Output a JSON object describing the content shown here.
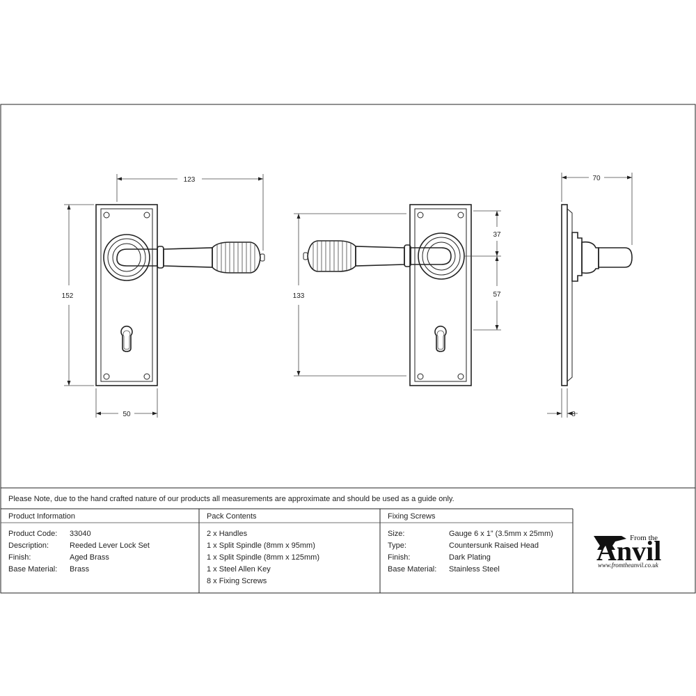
{
  "dimensions": {
    "front_width_top": "123",
    "front_height": "152",
    "front_width_bottom": "50",
    "mid_height": "133",
    "mid_upper": "37",
    "mid_lower": "57",
    "side_projection": "70",
    "side_thickness": "8"
  },
  "note": "Please Note, due to the hand crafted nature of our products all measurements are approximate and should be used as a guide only.",
  "product_info": {
    "heading": "Product Information",
    "rows": [
      {
        "label": "Product Code:",
        "value": "33040"
      },
      {
        "label": "Description:",
        "value": "Reeded Lever Lock Set"
      },
      {
        "label": "Finish:",
        "value": "Aged Brass"
      },
      {
        "label": "Base Material:",
        "value": "Brass"
      }
    ]
  },
  "pack_contents": {
    "heading": "Pack Contents",
    "items": [
      "2 x Handles",
      "1 x Split Spindle (8mm x 95mm)",
      "1 x Split Spindle (8mm x 125mm)",
      "1 x Steel Allen Key",
      "8 x Fixing Screws"
    ]
  },
  "fixing_screws": {
    "heading": "Fixing Screws",
    "rows": [
      {
        "label": "Size:",
        "value": "Gauge 6 x 1” (3.5mm x 25mm)"
      },
      {
        "label": "Type:",
        "value": "Countersunk Raised Head"
      },
      {
        "label": "Finish:",
        "value": "Dark Plating"
      },
      {
        "label": "Base Material:",
        "value": "Stainless Steel"
      }
    ]
  },
  "brand": {
    "from_the": "From the",
    "name": "Anvil",
    "url": "www.fromtheanvil.co.uk"
  }
}
